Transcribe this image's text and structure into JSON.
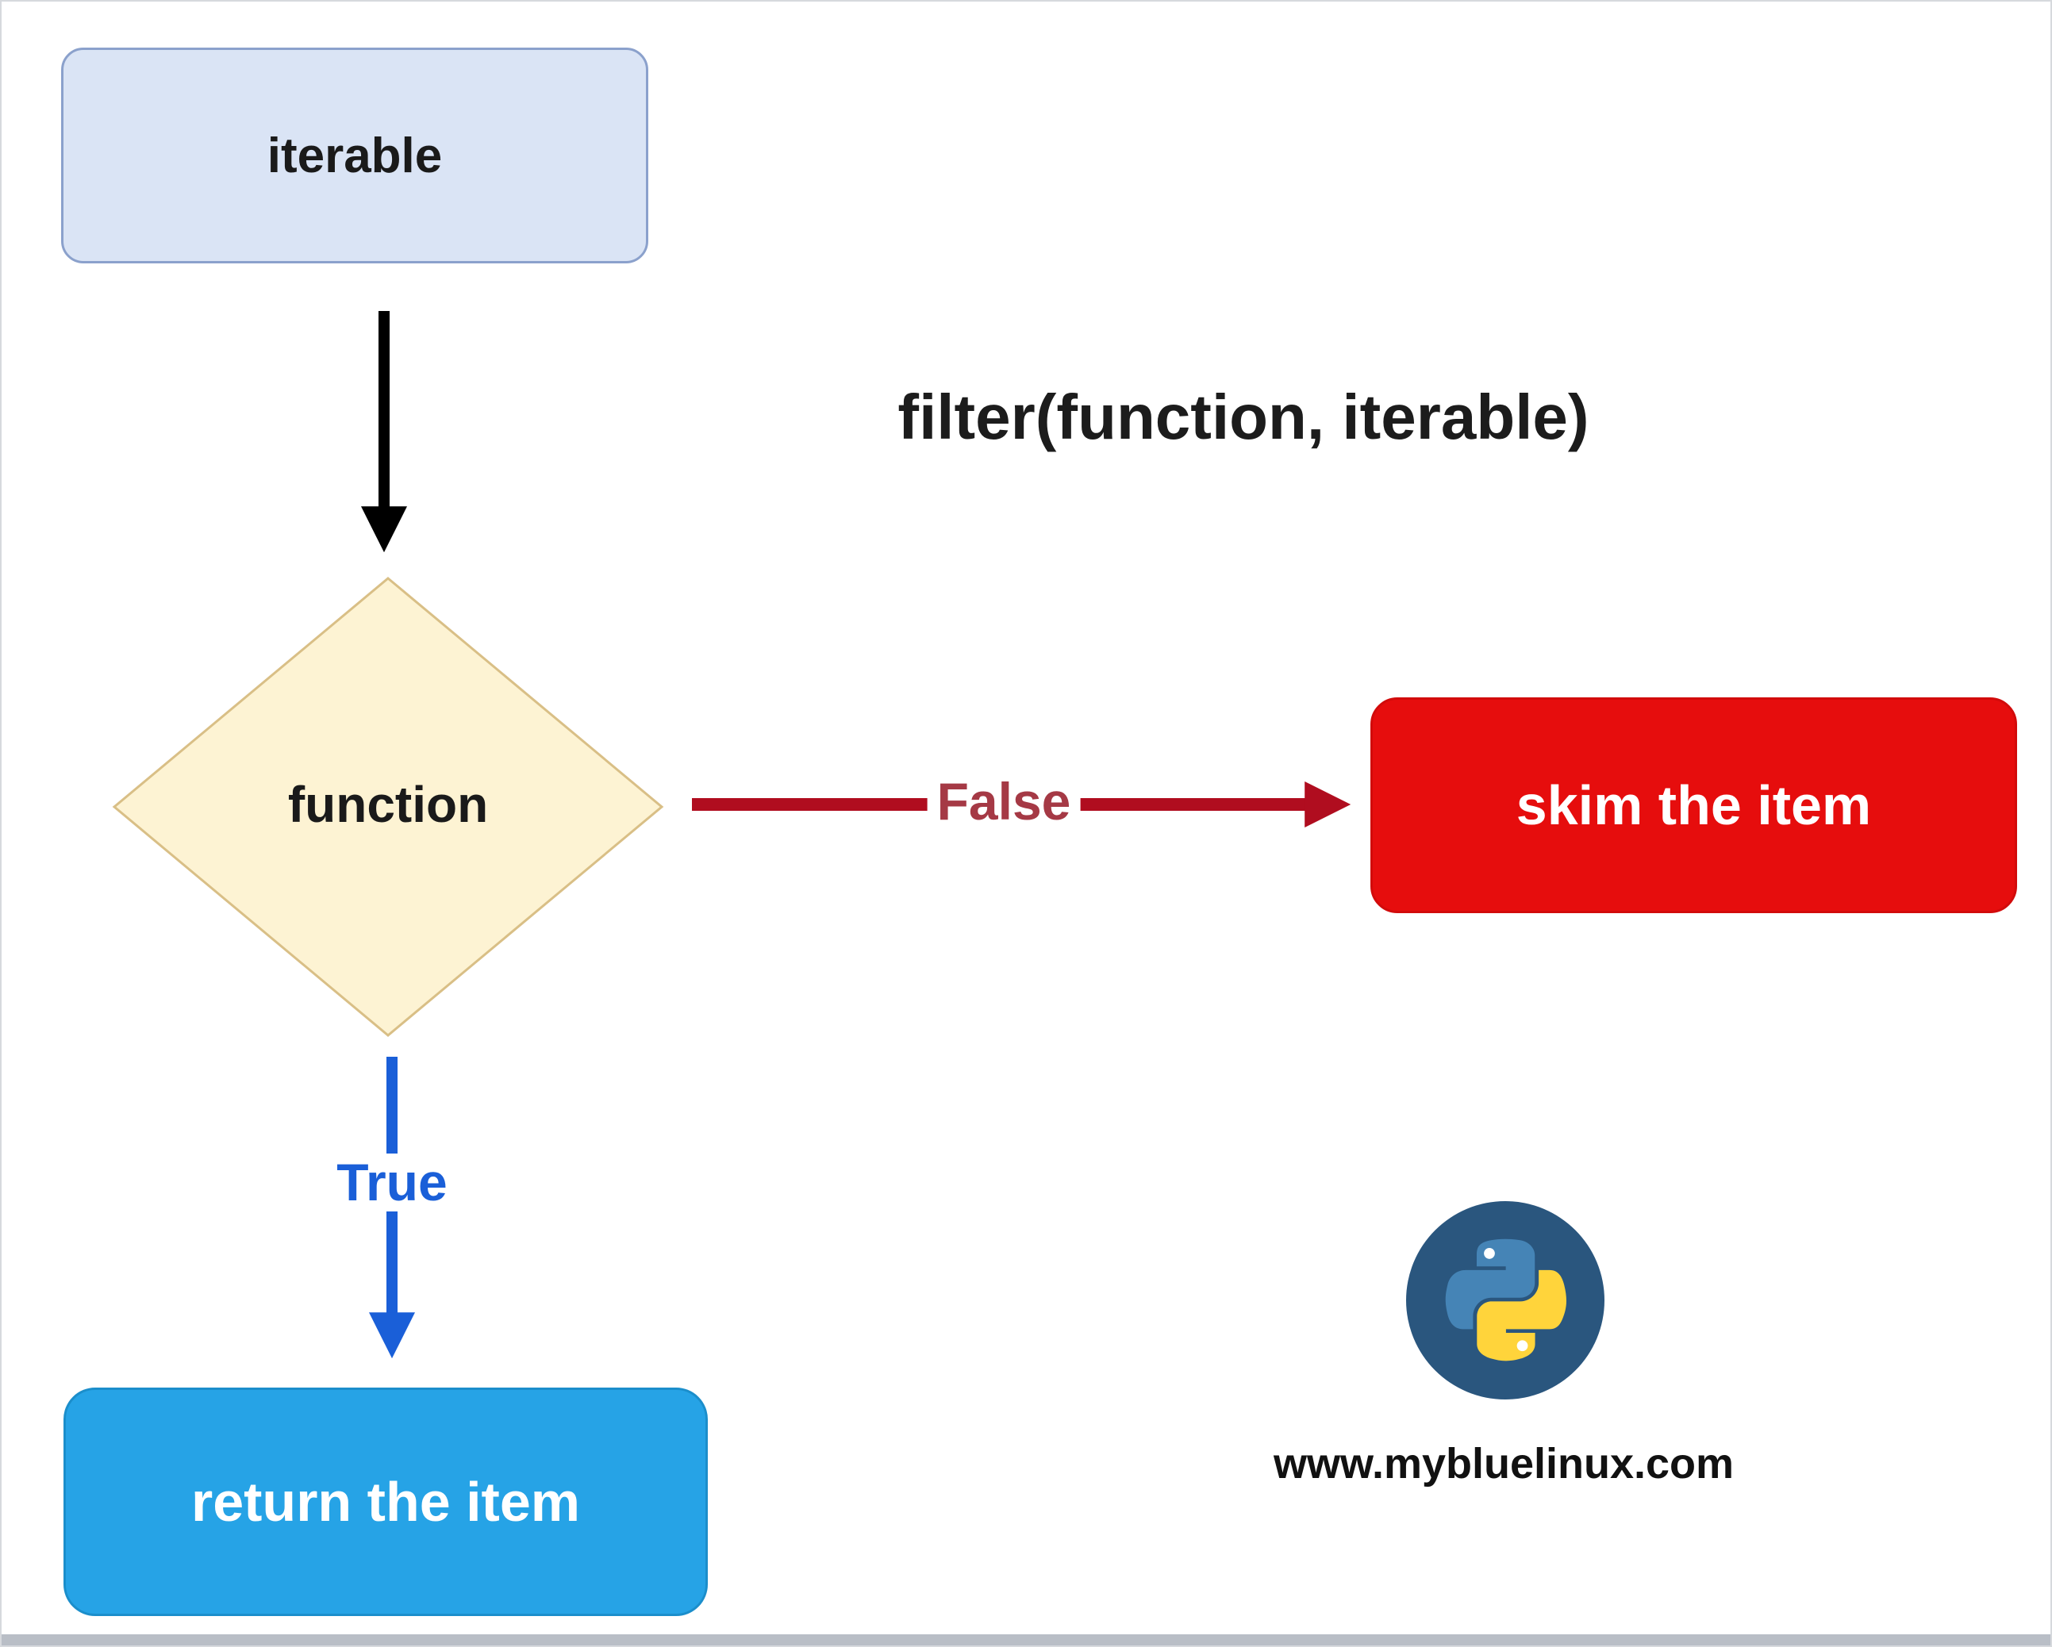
{
  "title": "filter(function, iterable)",
  "nodes": {
    "iterable": {
      "label": "iterable",
      "shape": "rounded-rect"
    },
    "function": {
      "label": "function",
      "shape": "diamond"
    },
    "skim": {
      "label": "skim the item",
      "shape": "rounded-rect"
    },
    "return_item": {
      "label": "return the item",
      "shape": "rounded-rect"
    }
  },
  "edges": {
    "input": {
      "from": "iterable",
      "to": "function",
      "label": ""
    },
    "false_branch": {
      "from": "function",
      "to": "skim",
      "label": "False"
    },
    "true_branch": {
      "from": "function",
      "to": "return_item",
      "label": "True"
    }
  },
  "branding": {
    "website": "www.mybluelinux.com",
    "logo": "python-logo"
  },
  "colors": {
    "iterable_fill": "#dae4f5",
    "iterable_border": "#8ba1cc",
    "diamond_fill": "#fdf3d3",
    "diamond_border": "#d9bf86",
    "skim_fill": "#e60d0d",
    "return_fill": "#26a3e6",
    "input_arrow": "#000000",
    "false_arrow": "#b00d1f",
    "false_label": "#a53945",
    "true_arrow": "#1a5fd8",
    "python_circle": "#2a567e",
    "python_blue": "#4584b6",
    "python_yellow": "#ffd43b"
  }
}
